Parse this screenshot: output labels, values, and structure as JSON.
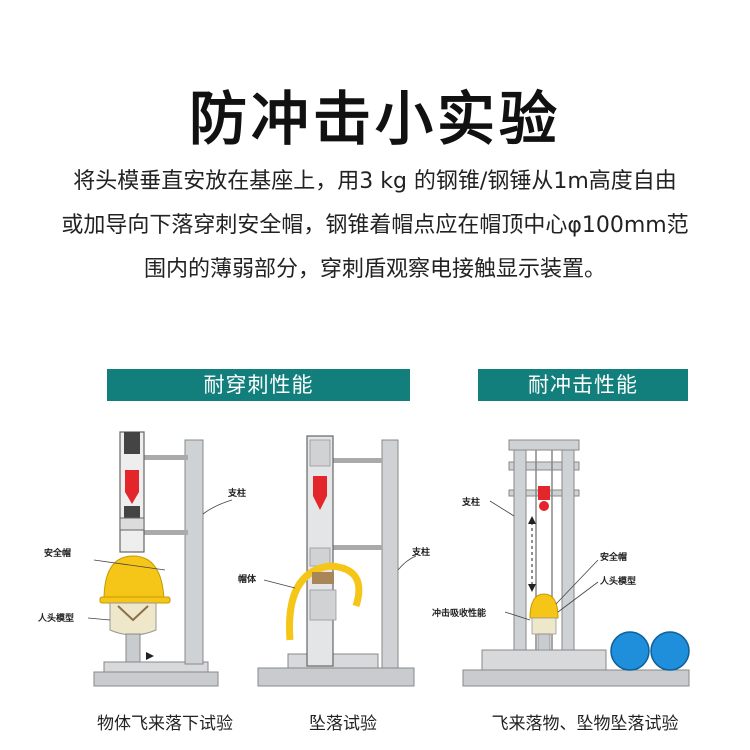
{
  "title": "防冲击小实验",
  "description": [
    "将头模垂直安放在基座上，用3 kg 的钢锥/钢锤从1m高度自由",
    "或加导向下落穿刺安全帽，钢锥着帽点应在帽顶中心φ100mm范",
    "围内的薄弱部分，穿刺盾观察电接触显示装置。"
  ],
  "sections": {
    "penetration": "耐穿刺性能",
    "impact": "耐冲击性能"
  },
  "diagram1": {
    "pillar": "支柱",
    "helmet": "安全帽",
    "head_model": "人头模型",
    "caption": "物体飞来落下试验"
  },
  "diagram2": {
    "shell": "帽体",
    "pillar": "支柱",
    "caption": "坠落试验"
  },
  "diagram3": {
    "pillar": "支柱",
    "helmet": "安全帽",
    "head_model": "人头模型",
    "absorb": "冲击吸收性能",
    "caption": "飞来落物、坠物坠落试验"
  },
  "colors": {
    "teal": "#127f7c",
    "helmet": "#f5c518",
    "red": "#e3262b",
    "blue": "#1f8fdc",
    "steel": "#c9ccce"
  }
}
